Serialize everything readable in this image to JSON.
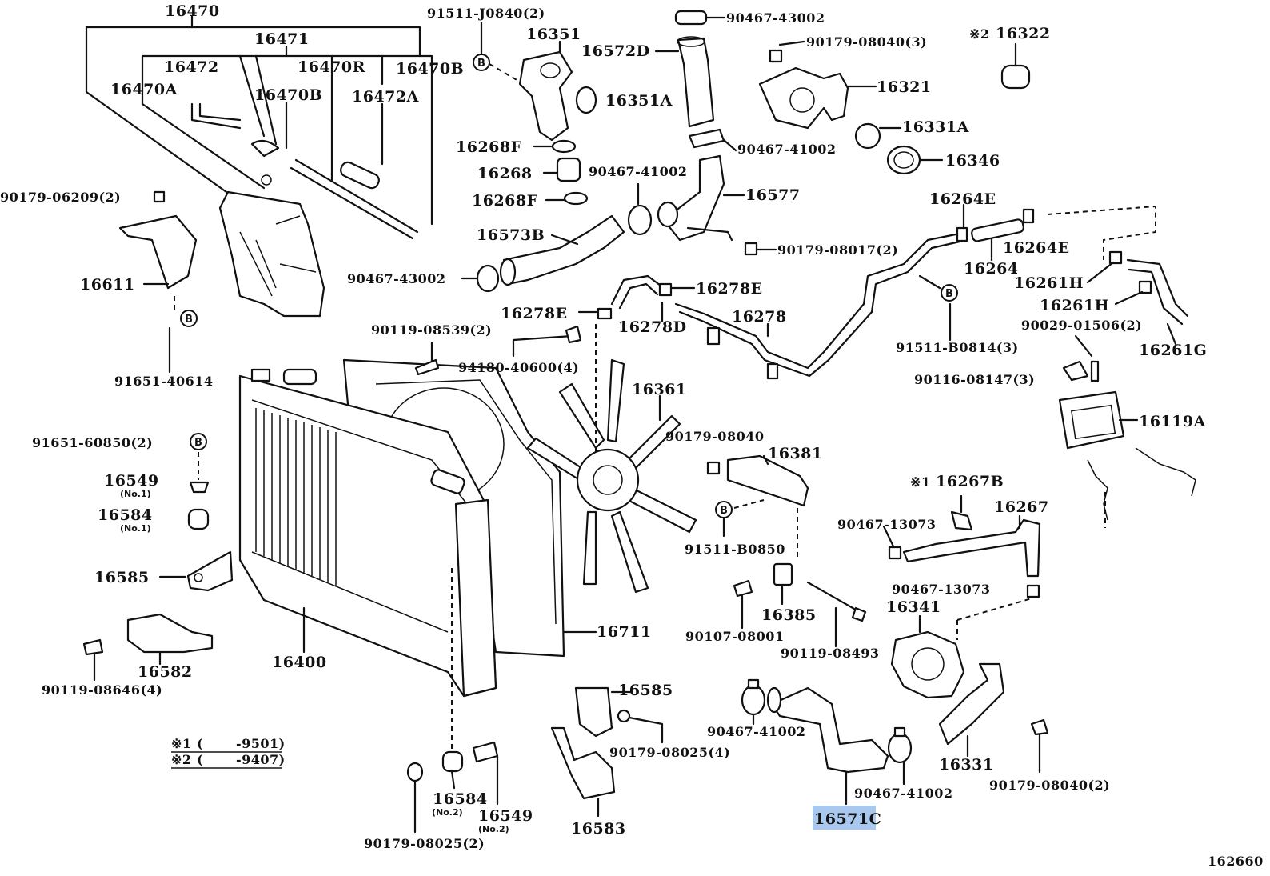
{
  "labels": {
    "p16470": "16470",
    "p16471": "16471",
    "p16472": "16472",
    "p16470R": "16470R",
    "p16470B_1": "16470B",
    "p16470A": "16470A",
    "p16470B_2": "16470B",
    "p16472A": "16472A",
    "p91511J0840": "91511-J0840(2)",
    "p16351": "16351",
    "p16572D": "16572D",
    "p16351A": "16351A",
    "p90467_43002_top": "90467-43002",
    "p90179_08040_3": "90179-08040(3)",
    "p16322": "16322",
    "p16321": "16321",
    "p16331A": "16331A",
    "p90467_41002_a": "90467-41002",
    "p16346": "16346",
    "p16268F_1": "16268F",
    "p16268": "16268",
    "p16268F_2": "16268F",
    "p90467_41002_b": "90467-41002",
    "p16577": "16577",
    "p90179_06209": "90179-06209(2)",
    "p16573B": "16573B",
    "p90467_43002_mid": "90467-43002",
    "p16611": "16611",
    "p16264E_1": "16264E",
    "p90179_08017": "90179-08017(2)",
    "p16264E_2": "16264E",
    "p16264": "16264",
    "p16261H_1": "16261H",
    "p16278E_1": "16278E",
    "p16278E_2": "16278E",
    "p16278D": "16278D",
    "p16278": "16278",
    "p16261H_2": "16261H",
    "p90029_01506": "90029-01506(2)",
    "p16261G": "16261G",
    "p90119_08539": "90119-08539(2)",
    "p91511_B0814": "91511-B0814(3)",
    "p91651_40614": "91651-40614",
    "p94180_40600": "94180-40600(4)",
    "p90116_08147": "90116-08147(3)",
    "p16361": "16361",
    "p16119A": "16119A",
    "p90179_08040_b": "90179-08040",
    "p91651_60850": "91651-60850(2)",
    "p16381": "16381",
    "p16267B": "16267B",
    "p16549_1": "16549",
    "p16267": "16267",
    "p16584_1": "16584",
    "p90467_13073_a": "90467-13073",
    "p91511_B0850": "91511-B0850",
    "p16585_1": "16585",
    "p90467_13073_b": "90467-13073",
    "p16341": "16341",
    "p16385": "16385",
    "p16711": "16711",
    "p90107_08001": "90107-08001",
    "p16400": "16400",
    "p90119_08493": "90119-08493",
    "p16582": "16582",
    "p90119_08646": "90119-08646(4)",
    "p16585_2": "16585",
    "p90467_41002_c": "90467-41002",
    "p90179_08025_4": "90179-08025(4)",
    "p16331": "16331",
    "p90179_08040_2": "90179-08040(2)",
    "p90467_41002_d": "90467-41002",
    "p16584_2": "16584",
    "p16549_2": "16549",
    "p16583": "16583",
    "p16571C": "16571C",
    "p90179_08025_2": "90179-08025(2)",
    "diagram_id": "162660"
  },
  "sub_labels": {
    "no1_a": "(No.1)",
    "no1_b": "(No.1)",
    "no2_a": "(No.2)",
    "no2_b": "(No.2)"
  },
  "markers": {
    "ref": "B",
    "star1": "※1",
    "star2": "※2"
  },
  "legend": {
    "row1_mark": "※1",
    "row1_range": "-9501)",
    "row1_paren": "(",
    "row2_mark": "※2",
    "row2_range": "-9407)",
    "row2_paren": "("
  },
  "highlight": {
    "part": "16571C",
    "color": "#a9c8f0"
  }
}
